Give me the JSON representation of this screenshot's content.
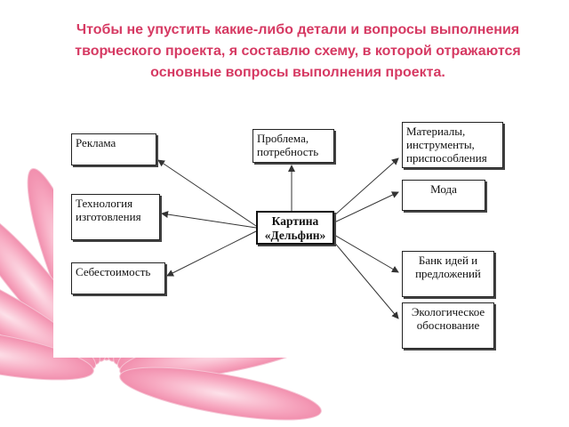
{
  "heading": "Чтобы не упустить какие-либо детали и вопросы выполнения творческого проекта, я составлю схему, в которой отражаются основные вопросы выполнения проекта.",
  "diagram": {
    "center": "Картина\n«Дельфин»",
    "nodes": {
      "advertising": "Реклама",
      "technology": "Технология\nизготовления",
      "cost": "Себестоимость",
      "problem": "Проблема,\nпотребность",
      "materials": "Материалы,\nинструменты,\nприспособления",
      "fashion": "Мода",
      "ideas_bank": "Банк идей и\nпредложений",
      "ecology": "Экологическое\nобоснование"
    }
  },
  "colors": {
    "heading": "#d63a63",
    "flower_petal": "#f59bb7",
    "arrow": "#333333"
  }
}
